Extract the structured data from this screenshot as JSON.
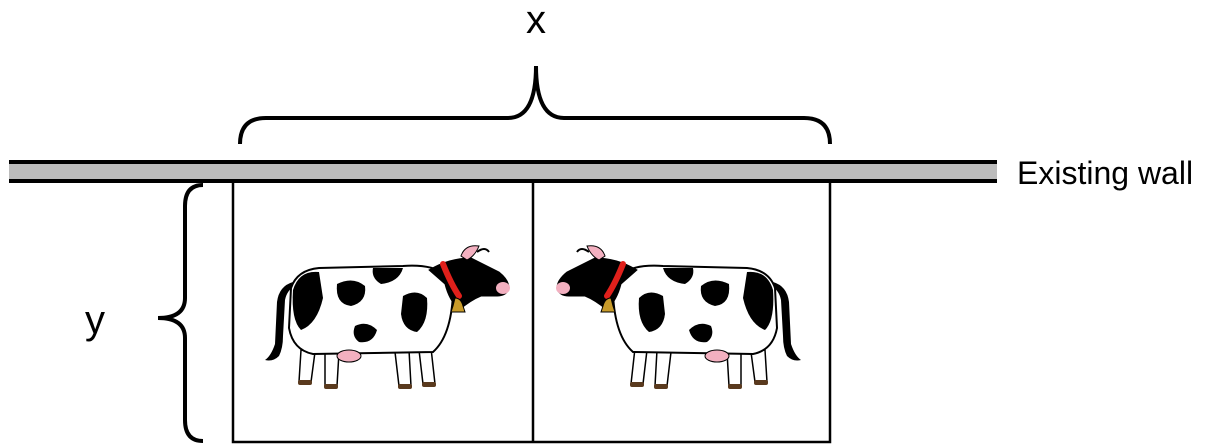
{
  "labels": {
    "width": "x",
    "depth": "y",
    "wall": "Existing wall"
  },
  "figure": {
    "pens": 2,
    "animals": [
      "cow",
      "cow"
    ]
  },
  "colors": {
    "wall_fill": "#bcbcbc",
    "line": "#000000",
    "cow_body": "#ffffff",
    "cow_spots": "#000000",
    "collar": "#e0201b",
    "bell": "#c89b2a",
    "nose": "#f3b0c0",
    "hoof": "#5a3a1e"
  }
}
